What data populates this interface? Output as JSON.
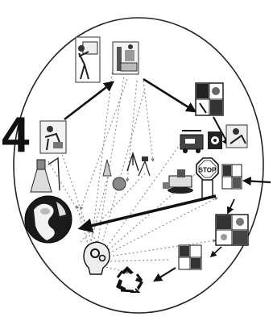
{
  "figure": {
    "stop_sign_text": "STOP",
    "section_marker": "4",
    "colors": {
      "line": "#111111",
      "dotted": "#888888",
      "outline": "#222222",
      "background": "#ffffff"
    }
  },
  "nodes": [
    {
      "id": "person-with-sign",
      "icon": "person-icon"
    },
    {
      "id": "worker-at-machine",
      "icon": "worker-icon"
    },
    {
      "id": "grid-panel-top-right",
      "icon": "grid-panel-icon"
    },
    {
      "id": "cart-and-barrels",
      "icon": "cart-icon"
    },
    {
      "id": "globe",
      "icon": "globe-icon"
    },
    {
      "id": "head-with-gears",
      "icon": "head-gears-icon"
    },
    {
      "id": "recycle",
      "icon": "recycle-icon"
    },
    {
      "id": "puzzle-panel-lower-right",
      "icon": "puzzle-panel-icon"
    },
    {
      "id": "small-panel-bottom",
      "icon": "small-panel-icon"
    },
    {
      "id": "lab-flask",
      "icon": "flask-icon"
    },
    {
      "id": "stop-sign",
      "icon": "stop-sign-icon"
    },
    {
      "id": "vehicle",
      "icon": "vehicle-icon"
    }
  ]
}
